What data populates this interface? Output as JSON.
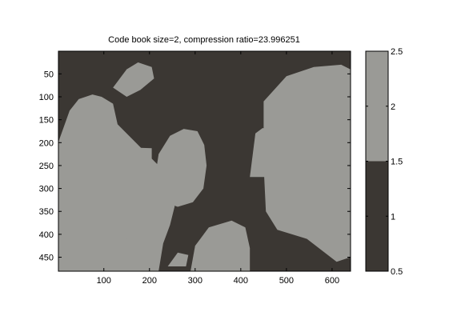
{
  "chart_data": {
    "type": "heatmap",
    "title": "Code book size=2, compression ratio=23.996251",
    "xlabel": "",
    "ylabel": "",
    "xlim": [
      0.5,
      640.5
    ],
    "ylim": [
      0.5,
      480.5
    ],
    "x_ticks": [
      100,
      200,
      300,
      400,
      500,
      600
    ],
    "y_ticks": [
      50,
      100,
      150,
      200,
      250,
      300,
      350,
      400,
      450
    ],
    "y_reversed": true,
    "image_levels": [
      1,
      2
    ],
    "colorbar": {
      "lim": [
        0.5,
        2.5
      ],
      "ticks": [
        "0.5",
        "1",
        "1.5",
        "2",
        "2.5"
      ],
      "bands": [
        {
          "from": 0.5,
          "to": 1.5,
          "color": "#3b3733"
        },
        {
          "from": 1.5,
          "to": 2.5,
          "color": "#9a9a96"
        }
      ]
    },
    "colors": {
      "dark": "#3b3733",
      "light": "#9a9a96"
    }
  }
}
